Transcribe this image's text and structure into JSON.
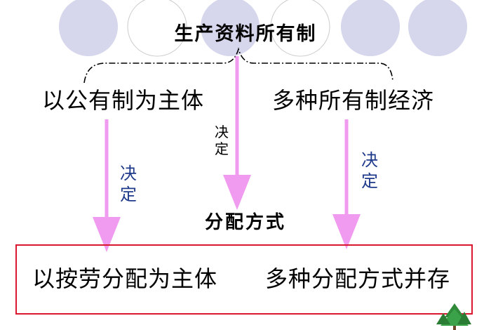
{
  "title": "生产资料所有制",
  "left_head": "以公有制为主体",
  "right_head": "多种所有制经济",
  "decide_left": "决定",
  "decide_mid": "决定",
  "decide_right": "决定",
  "distribution_mode": "分配方式",
  "box_left": "以按劳分配为主体",
  "box_right": "多种分配方式并存",
  "colors": {
    "circle_fill": "#d6d6ec",
    "arrow": "#f09af0",
    "decide_text": "#1f3a8a",
    "box_border": "#d9182f"
  }
}
